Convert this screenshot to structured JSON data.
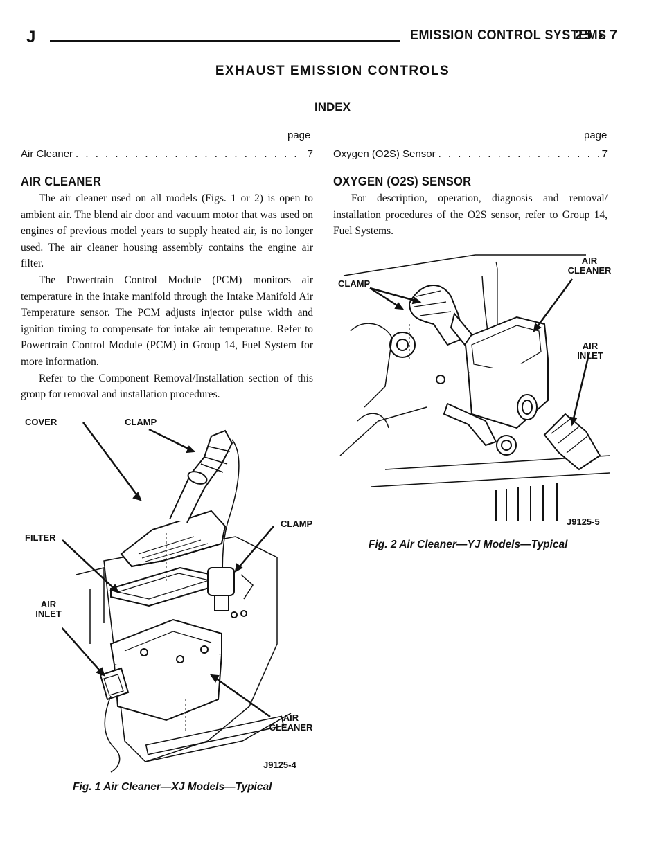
{
  "header": {
    "section_letter": "J",
    "title": "EMISSION CONTROL SYSTEMS",
    "page_number": "25 - 7"
  },
  "section_title": "EXHAUST EMISSION CONTROLS",
  "index": {
    "title": "INDEX",
    "page_label": "page",
    "entries": [
      {
        "label": "Air Cleaner",
        "page": "7"
      },
      {
        "label": "Oxygen (O2S) Sensor",
        "page": "7"
      }
    ]
  },
  "air_cleaner": {
    "heading": "AIR CLEANER",
    "paragraphs": [
      "The air cleaner used on all models (Figs. 1 or 2) is open to ambient air. The blend air door and vacuum motor that was used on engines of previous model years to supply heated air, is no longer used. The air cleaner housing assembly contains the engine air filter.",
      "The Powertrain Control Module (PCM) monitors air temperature in the intake manifold through the Intake Manifold Air Temperature sensor. The PCM adjusts injector pulse width and ignition timing to compensate for intake air temperature. Refer to Powertrain Control Module (PCM) in Group 14, Fuel System for more information.",
      "Refer to the Component Removal/Installation section of this group for removal and installation procedures."
    ]
  },
  "oxygen_sensor": {
    "heading": "OXYGEN (O2S) SENSOR",
    "paragraphs": [
      "For description, operation, diagnosis and removal/ installation procedures of the O2S sensor, refer to Group 14, Fuel Systems."
    ]
  },
  "figure1": {
    "caption": "Fig. 1 Air Cleaner—XJ Models—Typical",
    "code": "J9125-4",
    "labels": {
      "cover": "COVER",
      "clamp_top": "CLAMP",
      "clamp_right": "CLAMP",
      "filter": "FILTER",
      "air_inlet": "AIR INLET",
      "air_cleaner": "AIR CLEANER"
    }
  },
  "figure2": {
    "caption": "Fig. 2 Air Cleaner—YJ Models—Typical",
    "code": "J9125-5",
    "labels": {
      "clamp": "CLAMP",
      "air_cleaner": "AIR CLEANER",
      "air_inlet": "AIR INLET"
    }
  }
}
